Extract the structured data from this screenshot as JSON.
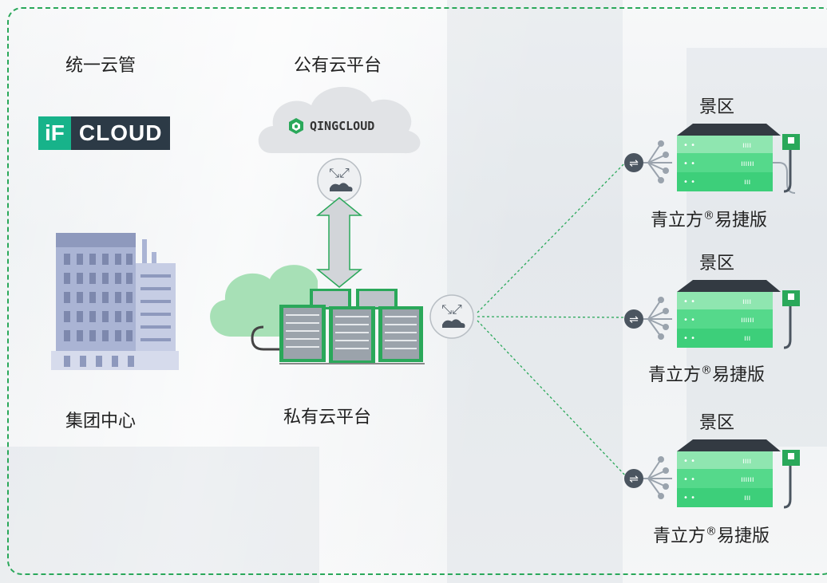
{
  "labels": {
    "unified_cloud": "统一云管",
    "public_cloud": "公有云平台",
    "group_center": "集团中心",
    "private_cloud": "私有云平台"
  },
  "logos": {
    "ifcloud_a": "iF",
    "ifcloud_b": "CLOUD",
    "qingcloud": "QINGCLOUD"
  },
  "sites": [
    {
      "title": "景区",
      "device": "青立方",
      "reg": "®",
      "edition": "易捷版"
    },
    {
      "title": "景区",
      "device": "青立方",
      "reg": "®",
      "edition": "易捷版"
    },
    {
      "title": "景区",
      "device": "青立方",
      "reg": "®",
      "edition": "易捷版"
    }
  ],
  "colors": {
    "frame": "#2aa85a",
    "device_green": "#3dcf7a",
    "link_green": "#2aa85a",
    "cloud_green": "#9fdcae"
  }
}
